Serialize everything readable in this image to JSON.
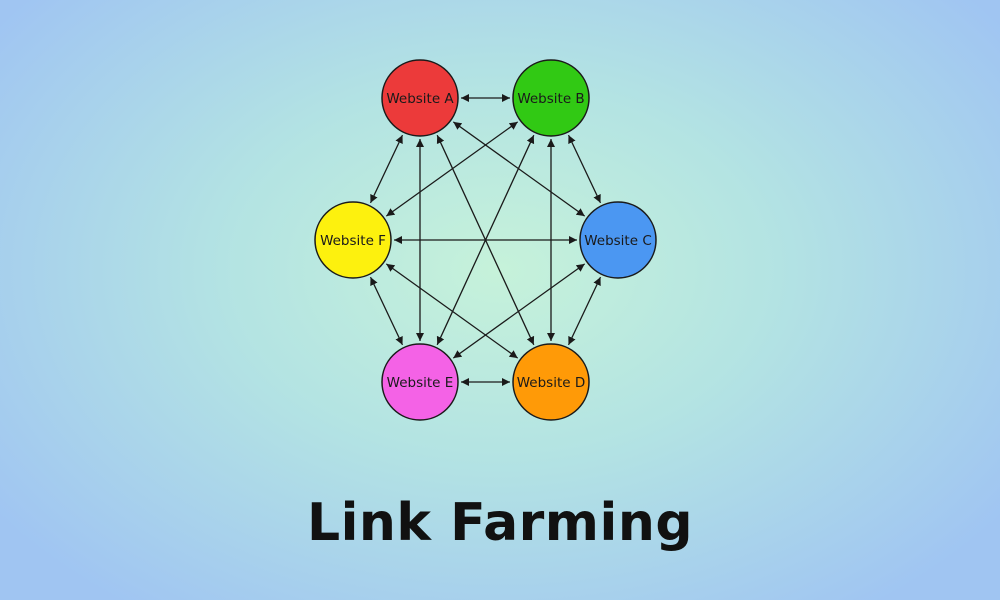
{
  "caption": "Link Farming",
  "nodes": [
    {
      "id": "A",
      "label": "Website A",
      "color": "#ec3a3a"
    },
    {
      "id": "B",
      "label": "Website B",
      "color": "#31c914"
    },
    {
      "id": "C",
      "label": "Website C",
      "color": "#4b97f2"
    },
    {
      "id": "D",
      "label": "Website D",
      "color": "#ff9a07"
    },
    {
      "id": "E",
      "label": "Website E",
      "color": "#f462e6"
    },
    {
      "id": "F",
      "label": "Website F",
      "color": "#fdf10e"
    }
  ],
  "edges": [
    [
      "A",
      "B"
    ],
    [
      "A",
      "C"
    ],
    [
      "A",
      "D"
    ],
    [
      "A",
      "E"
    ],
    [
      "A",
      "F"
    ],
    [
      "B",
      "C"
    ],
    [
      "B",
      "D"
    ],
    [
      "B",
      "E"
    ],
    [
      "B",
      "F"
    ],
    [
      "C",
      "D"
    ],
    [
      "C",
      "E"
    ],
    [
      "C",
      "F"
    ],
    [
      "D",
      "E"
    ],
    [
      "D",
      "F"
    ],
    [
      "E",
      "F"
    ]
  ],
  "edge_style": "bidirectional-arrow",
  "colors": {
    "stroke": "#1a1a1a"
  }
}
